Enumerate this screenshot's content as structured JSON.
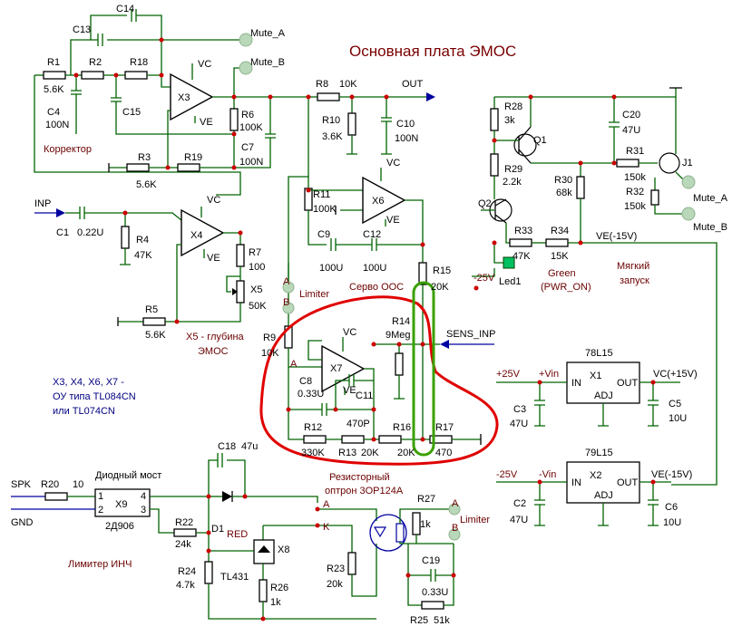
{
  "title": "Основная плата ЭМОС",
  "notes": {
    "corrector": "Корректор",
    "x5_depth_1": "X5 - глубина",
    "x5_depth_2": "ЭМОС",
    "opamps_1": "X3, X4, X6, X7 -",
    "opamps_2": "ОУ типа TL084CN",
    "opamps_3": "или TL074CN",
    "limiter_inv": "Лимитер ИНЧ",
    "resistive_1": "Резисторный",
    "resistive_2": "оптрон 3ОР124А",
    "servo": "Серво ООС",
    "softstart_1": "Мягкий",
    "softstart_2": "запуск",
    "green_1": "Green",
    "green_2": "(PWR_ON)",
    "diode_bridge": "Диодный мост",
    "limiter": "Limiter"
  },
  "nets": {
    "mute_a": "Mute_A",
    "mute_b": "Mute_B",
    "out": "OUT",
    "inp": "INP",
    "sens_inp": "SENS_INP",
    "spk": "SPK",
    "gnd": "GND",
    "vc": "VC",
    "ve": "VE",
    "ve_neg15": "VE(-15V)",
    "vc_pos15": "VC(+15V)",
    "plus25": "+25V",
    "minus25": "-25V",
    "plus_vin": "+Vin",
    "minus_vin": "-Vin",
    "in": "IN",
    "out_pin": "OUT",
    "adj": "ADJ",
    "a": "A",
    "b": "B",
    "k": "K"
  },
  "components": {
    "r1": "R1",
    "r1v": "5.6K",
    "r2": "R2",
    "r18": "R18",
    "c13": "C13",
    "c14": "C14",
    "c4": "C4",
    "c4v": "100N",
    "c15": "C15",
    "x3": "X3",
    "r3": "R3",
    "r3v": "5.6K",
    "r19": "R19",
    "r6": "R6",
    "r6v": "100K",
    "c7": "C7",
    "c7v": "100N",
    "r8": "R8",
    "r8v": "10K",
    "r10": "R10",
    "r10v": "3.6K",
    "c10": "C10",
    "c10v": "100N",
    "c1": "C1",
    "c1v": "0.22U",
    "r4": "R4",
    "r4v": "47K",
    "x4": "X4",
    "r7": "R7",
    "r7v": "100",
    "x5": "X5",
    "x5v": "50K",
    "r5": "R5",
    "r5v": "5.6K",
    "r11": "R11",
    "r11v": "100K",
    "x6": "X6",
    "c9": "C9",
    "c9v": "100U",
    "c12": "C12",
    "c12v": "100U",
    "r15": "R15",
    "r15v": "20K",
    "r9": "R9",
    "r9v": "10K",
    "x7": "X7",
    "r14": "R14",
    "r14v": "9Meg",
    "c8": "C8",
    "c8v": "0.33U",
    "c11": "C11",
    "c11v": "470P",
    "r12": "R12",
    "r12v": "330K",
    "r13": "R13",
    "r13v": "20K",
    "r16": "R16",
    "r16v": "20K",
    "r17": "R17",
    "r17v": "470",
    "r28": "R28",
    "r28v": "3k",
    "q1": "Q1",
    "r29": "R29",
    "r29v": "2.2k",
    "q2": "Q2",
    "r33": "R33",
    "r33v": "47K",
    "r34": "R34",
    "r34v": "15K",
    "c20": "C20",
    "c20v": "47U",
    "r30": "R30",
    "r30v": "68k",
    "r31": "R31",
    "r31v": "150k",
    "r32": "R32",
    "r32v": "150k",
    "j1": "J1",
    "led1": "Led1",
    "x1": "X1",
    "x1type": "78L15",
    "c3": "C3",
    "c3v": "47U",
    "c5": "C5",
    "c5v": "10U",
    "x2": "X2",
    "x2type": "79L15",
    "c2": "C2",
    "c2v": "47U",
    "c6": "C6",
    "c6v": "10U",
    "r20": "R20",
    "r20v": "10",
    "x9": "X9",
    "x9type": "2Д906",
    "c18": "C18",
    "c18v": "47u",
    "d1": "D1",
    "d1v": "RED",
    "r22": "R22",
    "r22v": "24k",
    "r24": "R24",
    "r24v": "4.7k",
    "x8": "X8",
    "x8type": "TL431",
    "r26": "R26",
    "r26v": "1k",
    "r23": "R23",
    "r23v": "20k",
    "r27": "R27",
    "r27v": "1k",
    "c19": "C19",
    "c19v": "0.33U",
    "r25": "R25",
    "r25v": "51k"
  },
  "pins": {
    "p1": "1",
    "p2": "2",
    "p3": "3",
    "p4": "4"
  },
  "colors": {
    "wire": "#006400",
    "input_wire": "#0000a0",
    "title": "#7a0000",
    "junction_marker": "#cc0000",
    "mute_terminal": "#b9d7b9",
    "highlight_red": "#e00000",
    "highlight_green": "#3aa000",
    "led": "#00c060"
  }
}
